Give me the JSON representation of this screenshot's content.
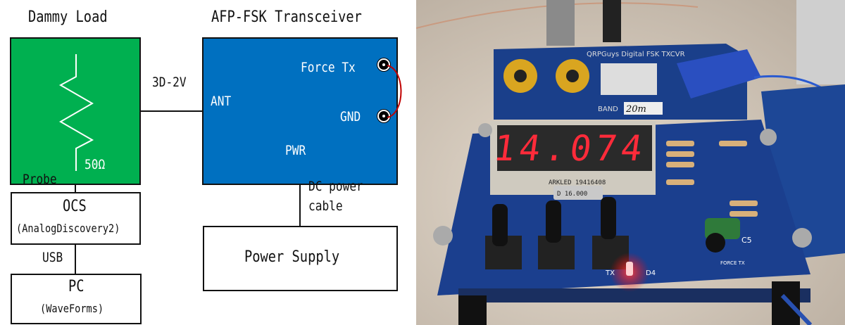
{
  "diagram": {
    "dummy_load": {
      "title": "Dammy Load",
      "resistor_label": "50Ω",
      "color": "#00B050"
    },
    "transceiver": {
      "title": "AFP-FSK Transceiver",
      "ant_label": "ANT",
      "force_tx_label": "Force Tx",
      "gnd_label": "GND",
      "pwr_label": "PWR",
      "color": "#0070C0"
    },
    "coax_label": "3D-2V",
    "probe_label": "Probe",
    "usb_label": "USB",
    "dc_cable_label_line1": "DC power",
    "dc_cable_label_line2": "cable",
    "ocs": {
      "title": "OCS",
      "subtitle": "(AnalogDiscovery2)"
    },
    "pc": {
      "title": "PC",
      "subtitle": "(WaveForms)"
    },
    "power_supply": {
      "title": "Power Supply"
    },
    "jumper_color": "#C00000"
  },
  "photo": {
    "board_title": "QRPGuys Digital FSK TXCVR",
    "display_value": "14.074",
    "band_label": "BAND",
    "band_value": "20m",
    "led_part": "ARKLED 19416408",
    "crystal": "D 16.000",
    "tx_label": "TX",
    "d4_label": "D4",
    "c5_label": "C5",
    "force_tx_label": "FORCE TX"
  }
}
